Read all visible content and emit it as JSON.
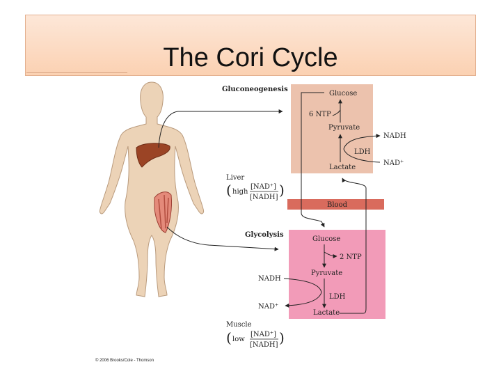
{
  "slide": {
    "title": "The Cori Cycle"
  },
  "labels": {
    "gluconeogenesis": "Gluconeogenesis",
    "glycolysis": "Glycolysis",
    "liver": "Liver",
    "muscle": "Muscle",
    "blood": "Blood",
    "high": "high",
    "low": "low",
    "nad_ratio_num": "[NAD⁺]",
    "nad_ratio_den": "[NADH]",
    "copyright": "© 2006 Brooks/Cole - Thomson"
  },
  "liver_box": {
    "glucose": "Glucose",
    "ntp": "6 NTP",
    "pyruvate": "Pyruvate",
    "ldh": "LDH",
    "lactate": "Lactate",
    "nadh": "NADH",
    "nad": "NAD⁺"
  },
  "muscle_box": {
    "glucose": "Glucose",
    "ntp": "2 NTP",
    "pyruvate": "Pyruvate",
    "ldh": "LDH",
    "lactate": "Lactate",
    "nadh": "NADH",
    "nad": "NAD⁺"
  },
  "colors": {
    "liver_box": "#ecc2ad",
    "muscle_box": "#f29bb8",
    "blood_bar": "#d96b5d",
    "body": "#ecd3b7",
    "liver_organ": "#9b4425"
  }
}
